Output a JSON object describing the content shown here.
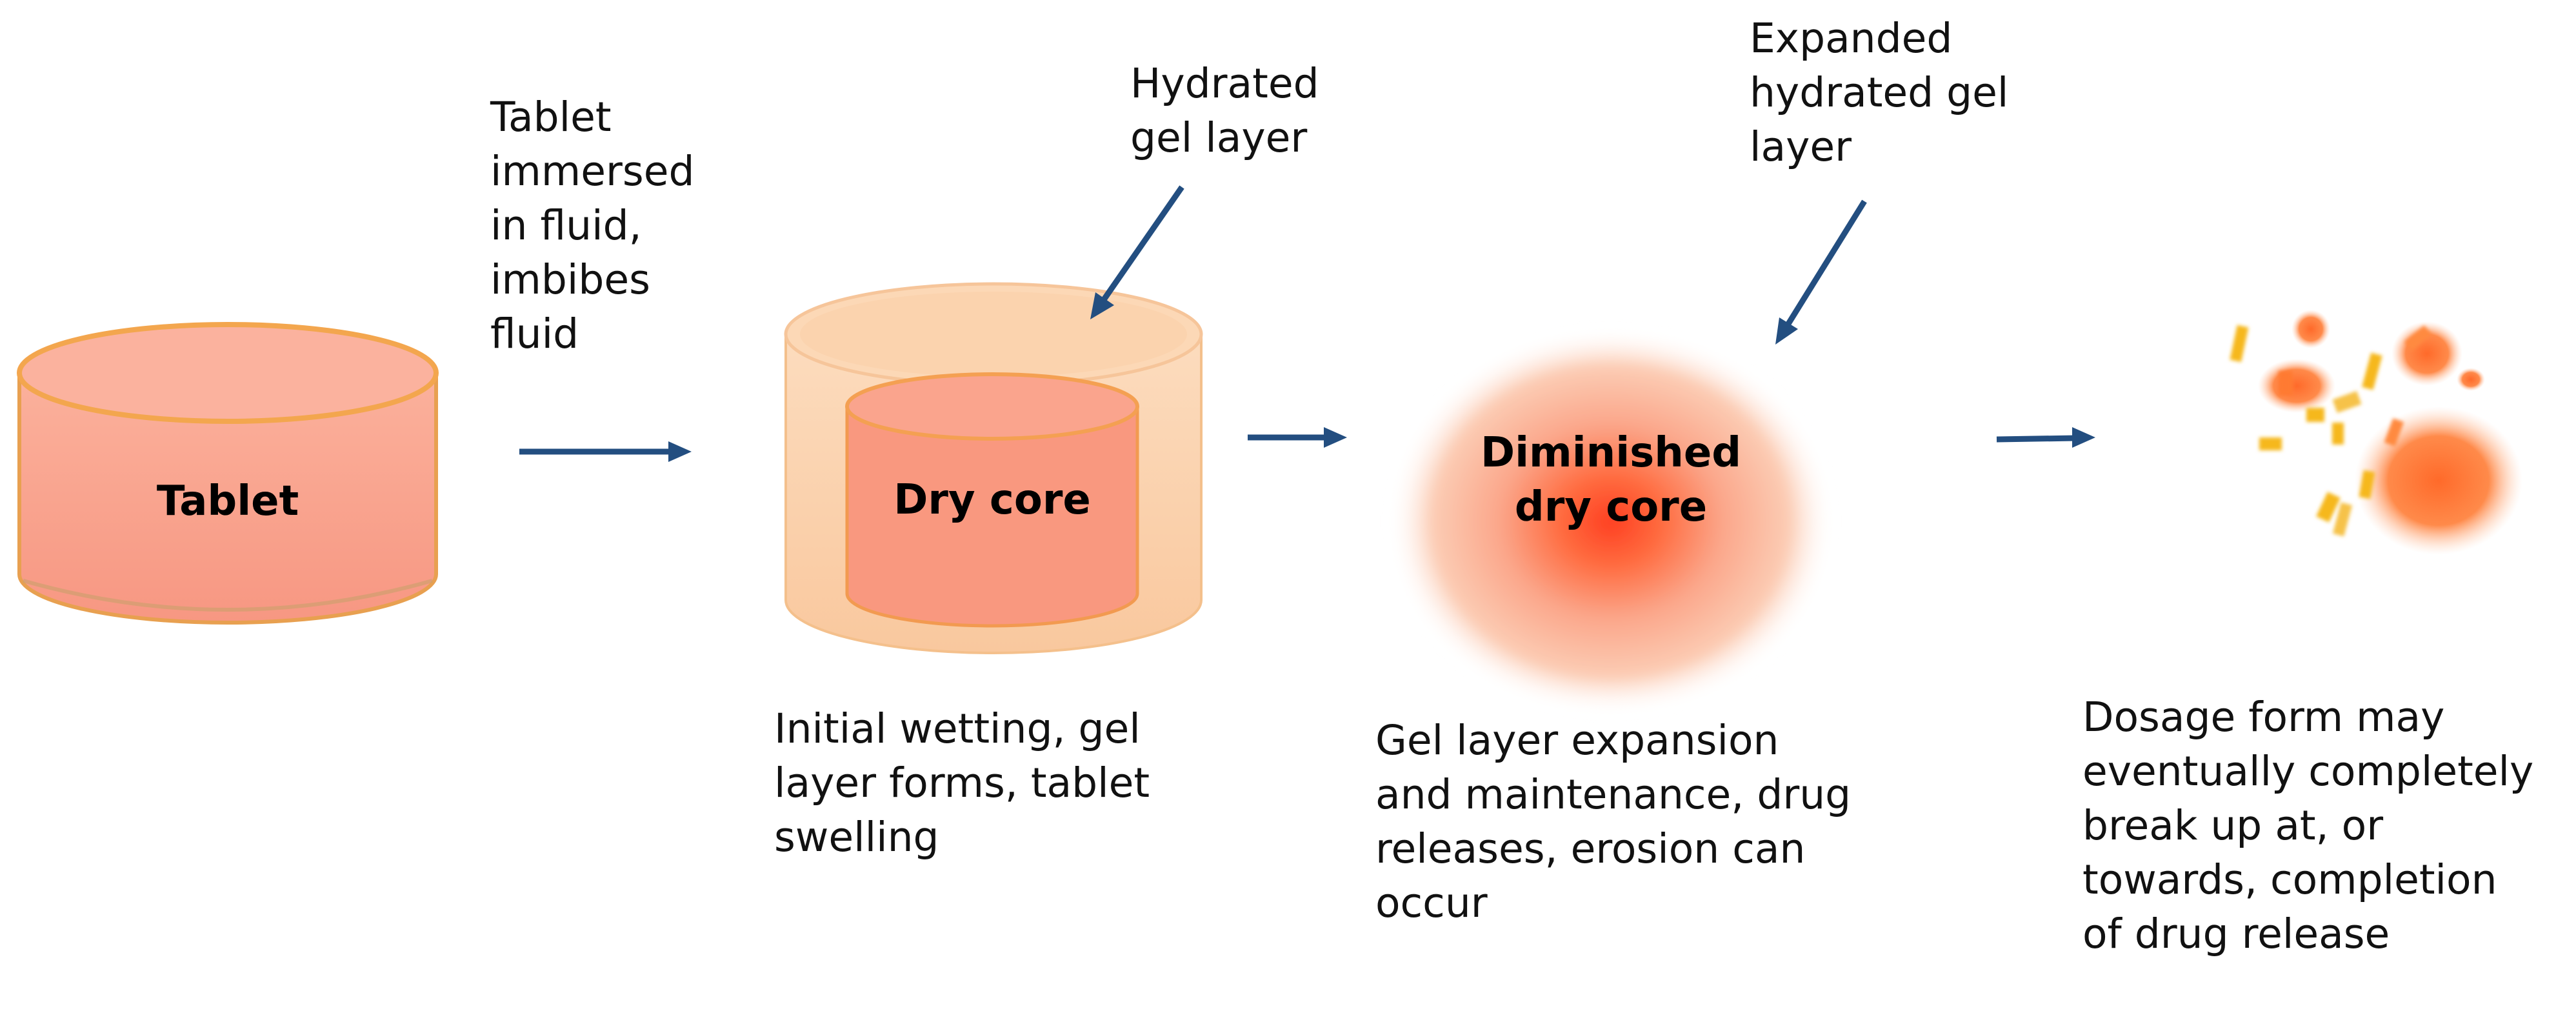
{
  "stages": [
    {
      "name": "Tablet",
      "caption": ""
    },
    {
      "name": "Dry core",
      "caption": "Initial wetting, gel\nlayer forms, tablet\nswelling"
    },
    {
      "name": "Diminished\ndry core",
      "caption": "Gel layer expansion\nand maintenance, drug\nreleases, erosion can\noccur"
    },
    {
      "name": "",
      "caption": "Dosage form may\neventually completely\nbreak up at, or\ntowards, completion\nof drug release"
    }
  ],
  "transition_text": "Tablet\nimmersed\nin fluid,\nimbibes\nfluid",
  "callouts": {
    "hydrated": "Hydrated\ngel layer",
    "expanded": "Expanded\nhydrated gel\nlayer"
  },
  "colors": {
    "tablet_fill": "#F9A08A",
    "tablet_stroke": "#F0A040",
    "gel_fill": "#FBD2AE",
    "core_glow": "#FF4A2A",
    "arrow": "#234E80",
    "fragment_orange": "#FF7A30",
    "fragment_yellow": "#F6B81A"
  }
}
